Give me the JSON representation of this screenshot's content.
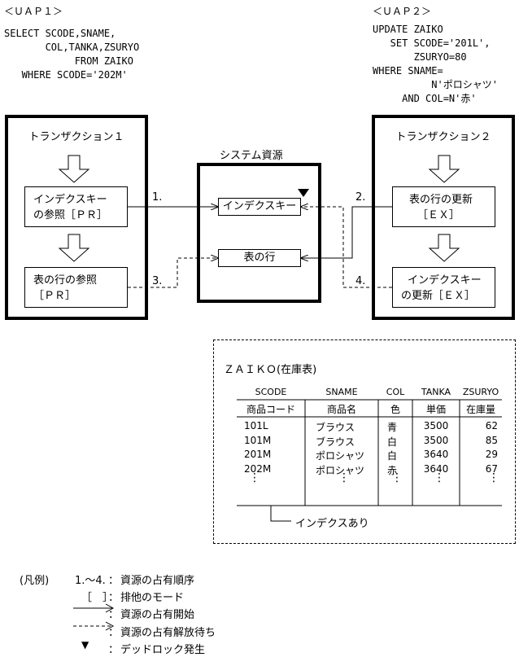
{
  "uap1": {
    "title": "＜ＵＡＰ１＞",
    "sql": [
      "SELECT SCODE,SNAME,",
      "       COL,TANKA,ZSURYO",
      "            FROM ZAIKO",
      "   WHERE SCODE='202M'"
    ]
  },
  "uap2": {
    "title": "＜ＵＡＰ２＞",
    "sql": [
      "UPDATE ZAIKO",
      "   SET SCODE='201L',",
      "       ZSURYO=80",
      "WHERE SNAME=",
      "          N'ポロシャツ'",
      "     AND COL=N'赤'"
    ]
  },
  "transaction1": {
    "title": "トランザクション１",
    "step1": [
      "インデクスキー",
      "の参照［ＰＲ］"
    ],
    "step2": [
      "表の行の参照",
      "［ＰＲ］"
    ]
  },
  "transaction2": {
    "title": "トランザクション２",
    "step1": [
      "表の行の更新",
      "［ＥＸ］"
    ],
    "step2": [
      "インデクスキー",
      "の更新［ＥＸ］"
    ]
  },
  "system_resource": {
    "title": "システム資源",
    "index_key": "インデクスキー",
    "table_row": "表の行"
  },
  "order_labels": [
    "1.",
    "2.",
    "3.",
    "4."
  ],
  "zaiko": {
    "title": "ＺＡＩＫＯ(在庫表)",
    "columns": [
      "SCODE",
      "SNAME",
      "COL",
      "TANKA",
      "ZSURYO"
    ],
    "column_jp": [
      "商品コード",
      "商品名",
      "色",
      "単価",
      "在庫量"
    ],
    "rows": [
      [
        "101L",
        "ブラウス",
        "青",
        "3500",
        "62"
      ],
      [
        "101M",
        "ブラウス",
        "白",
        "3500",
        "85"
      ],
      [
        "201M",
        "ポロシャツ",
        "白",
        "3640",
        "29"
      ],
      [
        "202M",
        "ポロシャツ",
        "赤",
        "3640",
        "67"
      ]
    ],
    "ellipsis": "⋮",
    "index_note": "インデクスあり"
  },
  "legend": {
    "heading": "(凡例)",
    "items": [
      {
        "symbol": "1.～4.",
        "desc": "資源の占有順序"
      },
      {
        "symbol": "［　］",
        "desc": "排他のモード"
      },
      {
        "symbol": "solid-arrow",
        "desc": "資源の占有開始"
      },
      {
        "symbol": "dashed-arrow",
        "desc": "資源の占有解放待ち"
      },
      {
        "symbol": "▼",
        "desc": "デッドロック発生"
      }
    ],
    "colon": "："
  }
}
